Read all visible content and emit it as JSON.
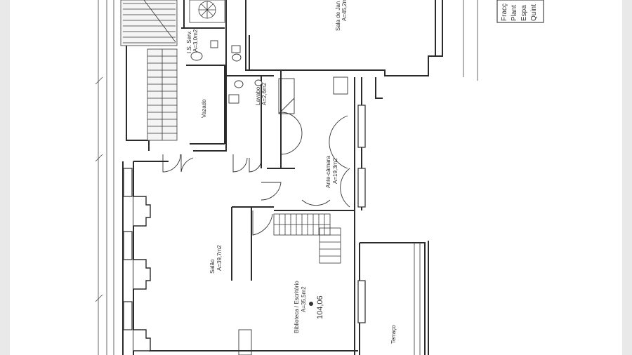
{
  "rooms": {
    "sala_jantar": {
      "name": "Sala de Jan",
      "area": "A=45,2m2"
    },
    "is_serv": {
      "name": "I.S. Serv.",
      "area": "A=3,0m2"
    },
    "vazado": {
      "name": "Vazado"
    },
    "lavabo": {
      "name": "Lavabo",
      "area": "A=2,6m2"
    },
    "ante_camara": {
      "name": "Ante-câmara",
      "area": "A=19,3m2"
    },
    "salao": {
      "name": "Salão",
      "area": "A=39,7m2"
    },
    "biblioteca": {
      "name": "Biblioteca / Escritório",
      "area": "A=35,5m2"
    },
    "terraco": {
      "name": "Terraço"
    }
  },
  "level_mark": "104,06",
  "title_block": {
    "lines": [
      "Fracç",
      "Plant",
      "Espa",
      "Quint"
    ]
  },
  "colors": {
    "paper": "#ffffff",
    "background": "#e9e9e9",
    "ink": "#2b2b2b"
  }
}
